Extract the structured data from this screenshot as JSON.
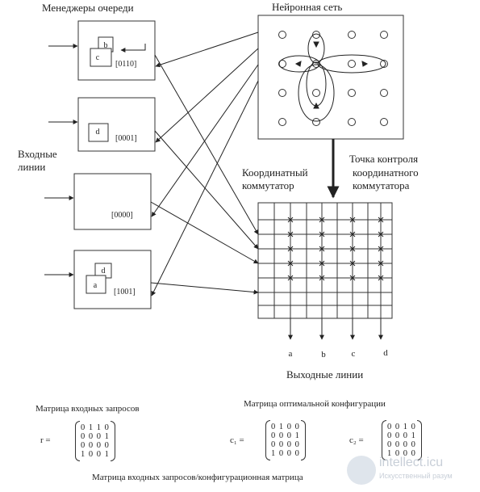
{
  "labels": {
    "queue_managers": "Менеджеры очереди",
    "neural_net": "Нейронная сеть",
    "input_lines_1": "Входные",
    "input_lines_2": "линии",
    "crossbar_1": "Координатный",
    "crossbar_2": "коммутатор",
    "control_point_1": "Точка контроля",
    "control_point_2": "координатного",
    "control_point_3": "коммутатора",
    "output_lines": "Выходные линии",
    "input_request_matrix": "Матрица входных запросов",
    "optimal_config_matrix": "Матрица оптимальной конфигурации",
    "bottom_caption": "Матрица входных запросов/конфигурационная матрица"
  },
  "queues": [
    {
      "code": "[0110]",
      "boxes": [
        "b",
        "c"
      ]
    },
    {
      "code": "[0001]",
      "boxes": [
        "d"
      ]
    },
    {
      "code": "[0000]",
      "boxes": []
    },
    {
      "code": "[1001]",
      "boxes": [
        "d",
        "a"
      ]
    }
  ],
  "outputs": [
    "a",
    "b",
    "c",
    "d"
  ],
  "matrices": {
    "r_label": "r =",
    "r_rows": "0 1 1 0\n0 0 0 1\n0 0 0 0\n1 0 0 1",
    "c1_label": "c₁ =",
    "c1_rows": "0 1 0 0\n0 0 0 1\n0 0 0 0\n1 0 0 0",
    "c2_label": "c₂ =",
    "c2_rows": "0 0 1 0\n0 0 0 1\n0 0 0 0\n1 0 0 0"
  },
  "watermark": {
    "line1": "intellect.icu",
    "line2": "Искусственный разум"
  }
}
